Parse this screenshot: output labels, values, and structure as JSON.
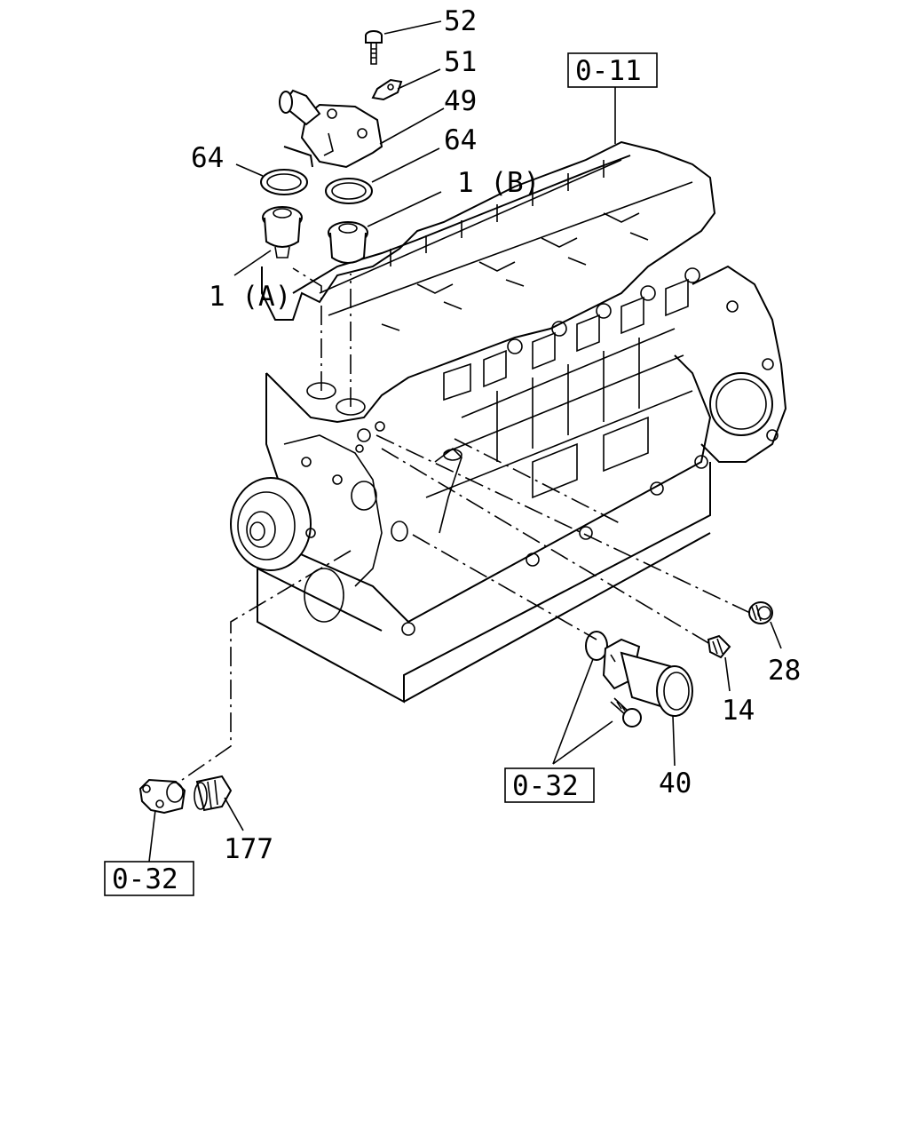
{
  "diagram": {
    "parts": [
      {
        "id": "p52",
        "label": "52"
      },
      {
        "id": "p51",
        "label": "51"
      },
      {
        "id": "p49",
        "label": "49"
      },
      {
        "id": "p64a",
        "label": "64"
      },
      {
        "id": "p64b",
        "label": "64"
      },
      {
        "id": "p1b",
        "label": "1 (B)"
      },
      {
        "id": "p1a",
        "label": "1 (A)"
      },
      {
        "id": "p28",
        "label": "28"
      },
      {
        "id": "p14",
        "label": "14"
      },
      {
        "id": "p40",
        "label": "40"
      },
      {
        "id": "p177",
        "label": "177"
      }
    ],
    "references": [
      {
        "id": "r011",
        "label": "0-11"
      },
      {
        "id": "r032a",
        "label": "0-32"
      },
      {
        "id": "r032b",
        "label": "0-32"
      }
    ]
  }
}
